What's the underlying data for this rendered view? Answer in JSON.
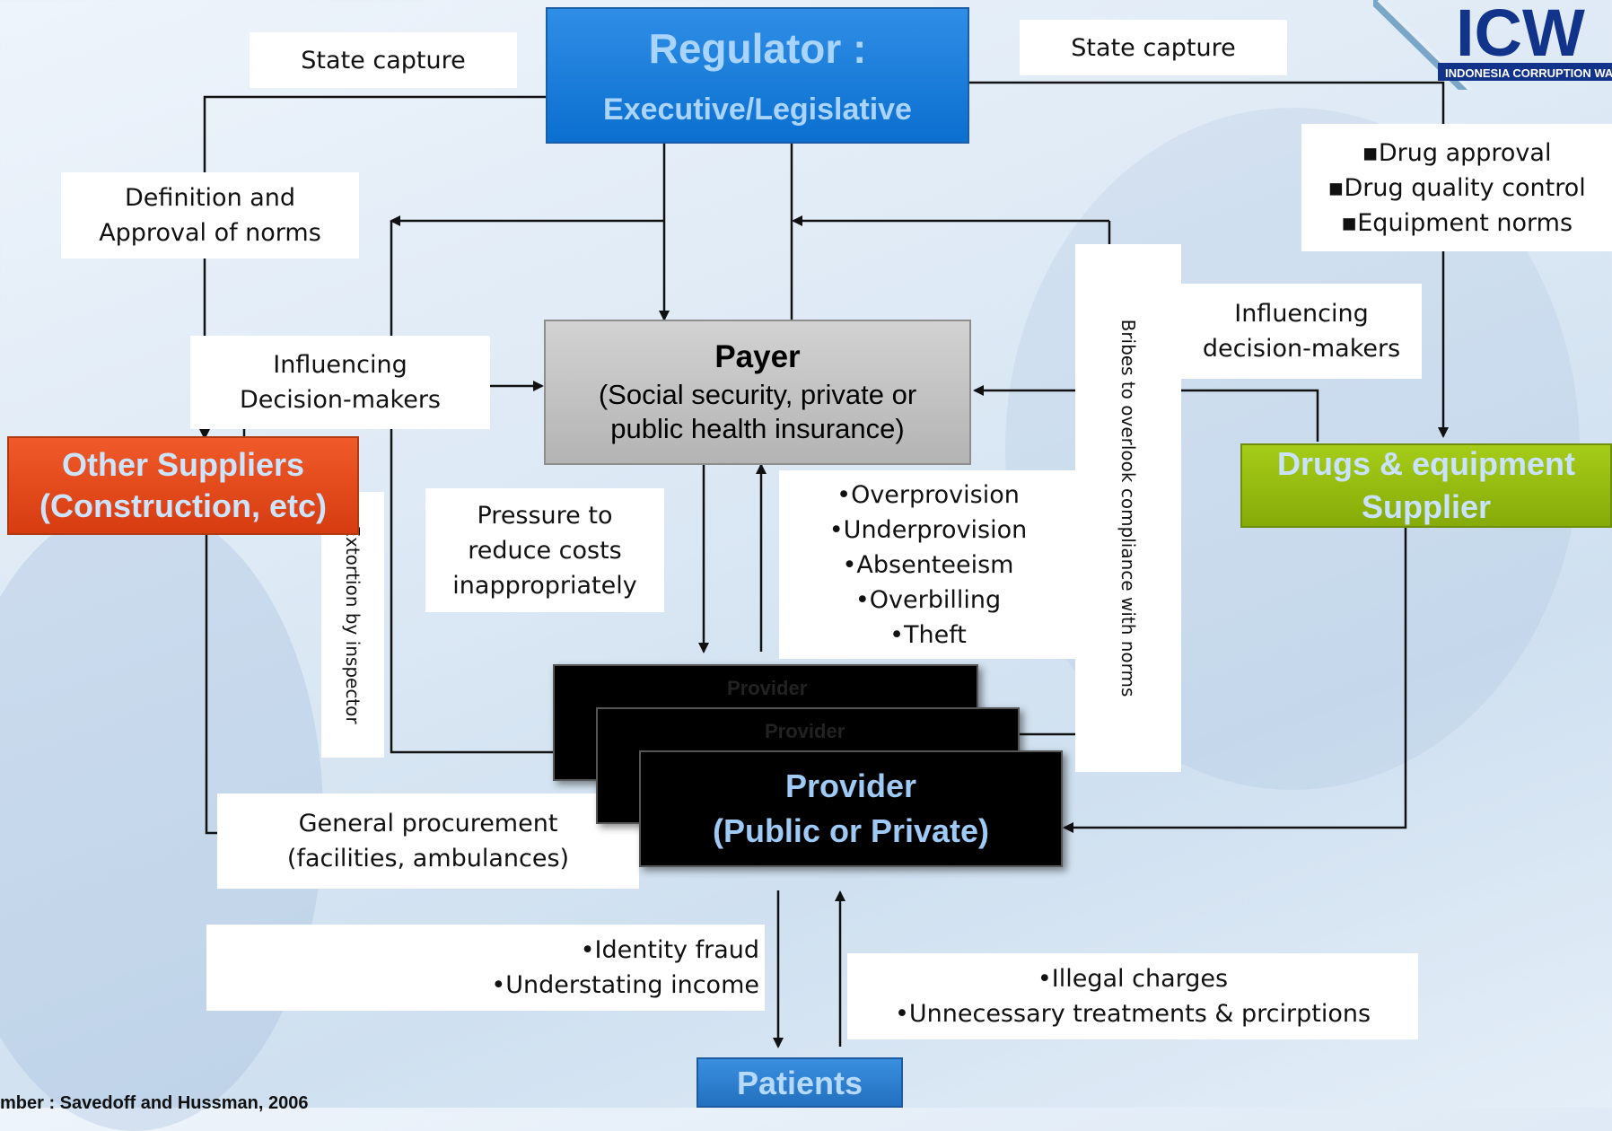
{
  "boxes": {
    "regulator": {
      "title": "Regulator :",
      "subtitle": "Executive/Legislative"
    },
    "payer": {
      "title": "Payer",
      "line1": "(Social security, private or",
      "line2": "public health insurance)"
    },
    "other_suppliers": {
      "line1": "Other Suppliers",
      "line2": "(Construction, etc)"
    },
    "drugs_supplier": {
      "line1": "Drugs & equipment",
      "line2": "Supplier"
    },
    "provider_ghost": "Provider",
    "provider": {
      "line1": "Provider",
      "line2": "(Public or Private)"
    },
    "patients": "Patients"
  },
  "labels": {
    "state_capture_left": "State capture",
    "state_capture_right": "State capture",
    "definition_norms": "Definition and\nApproval of norms",
    "drug_items": "▪Drug approval\n▪Drug quality control\n▪Equipment norms",
    "influencing_left": "Influencing\nDecision-makers",
    "influencing_right": "Influencing\ndecision-makers",
    "pressure": "Pressure to\nreduce costs\ninappropriately",
    "provider_issues": "•Overprovision\n•Underprovision\n•Absenteeism\n•Overbilling\n•Theft",
    "extortion": "Extortion by inspector",
    "bribes": "Bribes to overlook compliance with norms",
    "procurement": "General procurement\n(facilities, ambulances)",
    "patient_issues": "•Identity fraud\n•Understating income",
    "provider_to_patient_issues": "•Illegal charges\n•Unnecessary treatments & prcirptions"
  },
  "footer": "mber : Savedoff and Hussman, 2006",
  "logo": {
    "text": "ICW",
    "caption": "INDONESIA CORRUPTION WATC"
  },
  "colors": {
    "regulator": "#0b6fcf",
    "payer": "#c4c4c4",
    "other_suppliers": "#e24a1a",
    "drugs_supplier": "#96bc10",
    "provider": "#000000",
    "patients": "#2d7fd0",
    "connector": "#111111"
  }
}
